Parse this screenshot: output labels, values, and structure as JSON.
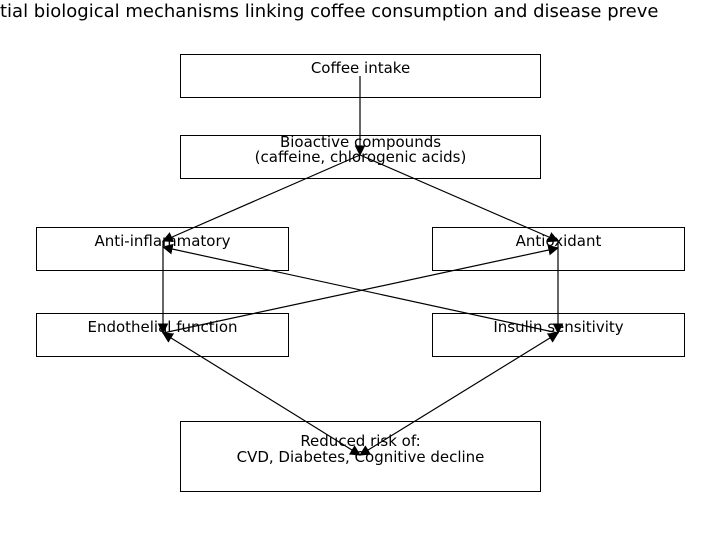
{
  "title": "tial biological mechanisms linking coffee consumption and disease preve",
  "nodes": {
    "coffee": {
      "line1": "Coffee intake"
    },
    "bioactive": {
      "line1": "Bioactive compounds",
      "line2": "(caffeine, chlorogenic acids)"
    },
    "anti_inflammatory": {
      "line1": "Anti-inflammatory"
    },
    "antioxidant": {
      "line1": "Antioxidant"
    },
    "endothelial": {
      "line1": "Endothelial function"
    },
    "insulin": {
      "line1": "Insulin sensitivity"
    },
    "outcome": {
      "line1": "Reduced risk of:",
      "line2": "CVD, Diabetes, Cognitive decline"
    }
  },
  "edges": [
    {
      "from": "coffee",
      "to": "bioactive"
    },
    {
      "from": "bioactive",
      "to": "anti_inflammatory"
    },
    {
      "from": "bioactive",
      "to": "antioxidant"
    },
    {
      "from": "anti_inflammatory",
      "to": "endothelial"
    },
    {
      "from": "antioxidant",
      "to": "insulin"
    },
    {
      "from": "endothelial",
      "to": "antioxidant"
    },
    {
      "from": "insulin",
      "to": "anti_inflammatory"
    },
    {
      "from": "endothelial",
      "to": "outcome"
    },
    {
      "from": "insulin",
      "to": "outcome"
    }
  ]
}
